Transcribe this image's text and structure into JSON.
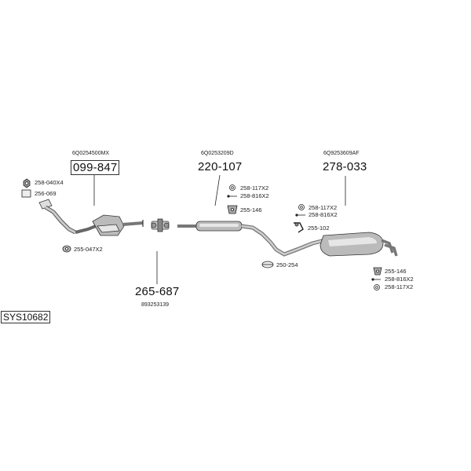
{
  "system_code": "SYS10682",
  "groups": {
    "catalytic": {
      "oem": "6Q0254500MX",
      "part": "099-847",
      "fittings": [
        "258-040X4",
        "256-069",
        "255-047X2"
      ]
    },
    "front_pipe": {
      "part": "265-687",
      "oem": "893253139"
    },
    "middle_silencer": {
      "oem": "6Q0253209D",
      "part": "220-107",
      "fittings": [
        "258-117X2",
        "258-816X2",
        "255-146",
        "250-254"
      ]
    },
    "rear_silencer": {
      "oem": "6Q9253609AF",
      "part": "278-033",
      "fittings": [
        "258-117X2",
        "258-816X2",
        "255-102",
        "255-146",
        "258-816X2",
        "258-117X2"
      ]
    }
  }
}
